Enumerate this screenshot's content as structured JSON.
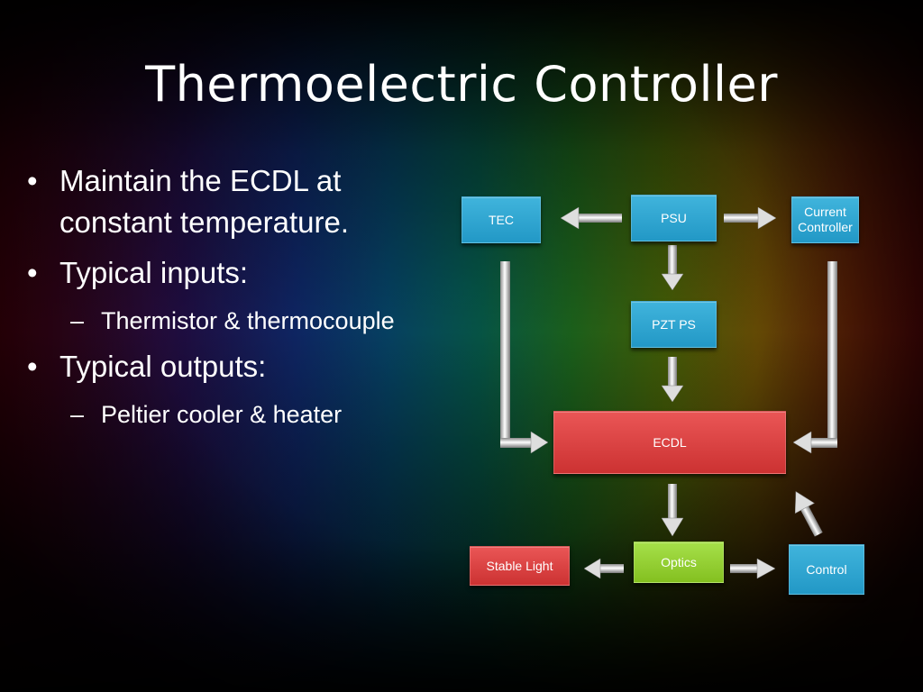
{
  "slide": {
    "title": "Thermoelectric Controller"
  },
  "bullets": [
    {
      "text": "Maintain the ECDL at constant temperature.",
      "subs": []
    },
    {
      "text": "Typical inputs:",
      "subs": [
        "Thermistor & thermocouple"
      ]
    },
    {
      "text": "Typical outputs:",
      "subs": [
        "Peltier cooler & heater"
      ]
    }
  ],
  "diagram": {
    "nodes": {
      "tec": "TEC",
      "psu": "PSU",
      "current_controller": "Current Controller",
      "pzt_ps": "PZT PS",
      "ecdl": "ECDL",
      "optics": "Optics",
      "stable_light": "Stable Light",
      "control": "Control"
    },
    "edges": [
      [
        "PSU",
        "TEC"
      ],
      [
        "PSU",
        "Current Controller"
      ],
      [
        "PSU",
        "PZT PS"
      ],
      [
        "PZT PS",
        "ECDL"
      ],
      [
        "TEC",
        "ECDL"
      ],
      [
        "Current Controller",
        "ECDL"
      ],
      [
        "ECDL",
        "Optics"
      ],
      [
        "Optics",
        "Stable Light"
      ],
      [
        "Optics",
        "Control"
      ],
      [
        "Control",
        "ECDL"
      ]
    ],
    "colors": {
      "blue": "#2aa6d4",
      "red": "#e04444",
      "green": "#98d438",
      "arrow": "#d8d8d8"
    }
  }
}
